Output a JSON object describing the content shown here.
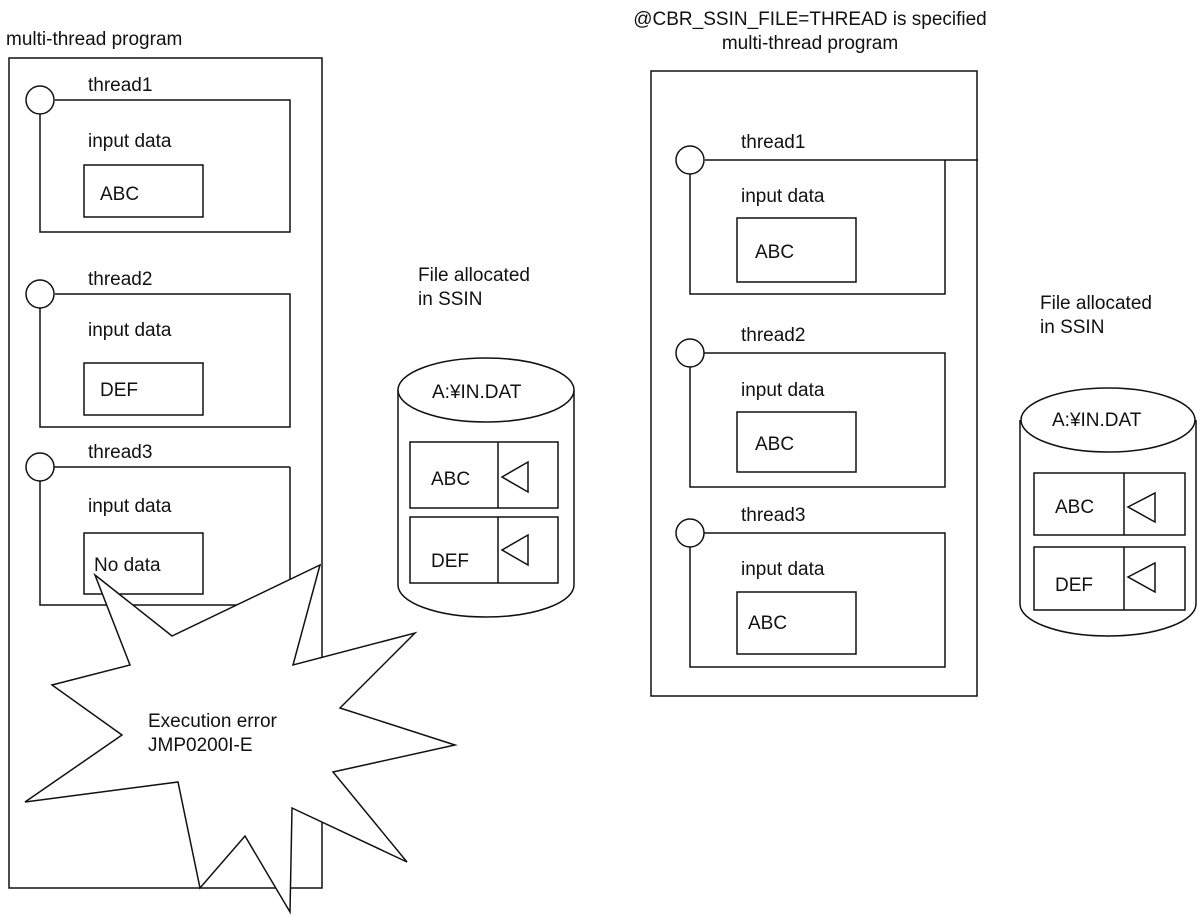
{
  "left": {
    "title": "multi-thread program",
    "threads": [
      {
        "name": "thread1",
        "input_label": "input data",
        "value": "ABC"
      },
      {
        "name": "thread2",
        "input_label": "input data",
        "value": "DEF"
      },
      {
        "name": "thread3",
        "input_label": "input data",
        "value": "No data"
      }
    ],
    "file": {
      "caption_line1": "File allocated",
      "caption_line2": "in SSIN",
      "name": "A:¥IN.DAT",
      "records": [
        "ABC",
        "DEF"
      ]
    },
    "error": {
      "line1": "Execution error",
      "line2": "JMP0200I-E"
    }
  },
  "right": {
    "heading": "@CBR_SSIN_FILE=THREAD is specified",
    "title": "multi-thread program",
    "threads": [
      {
        "name": "thread1",
        "input_label": "input data",
        "value": "ABC"
      },
      {
        "name": "thread2",
        "input_label": "input data",
        "value": "ABC"
      },
      {
        "name": "thread3",
        "input_label": "input data",
        "value": "ABC"
      }
    ],
    "file": {
      "caption_line1": "File allocated",
      "caption_line2": "in SSIN",
      "name": "A:¥IN.DAT",
      "records": [
        "ABC",
        "DEF"
      ]
    }
  }
}
